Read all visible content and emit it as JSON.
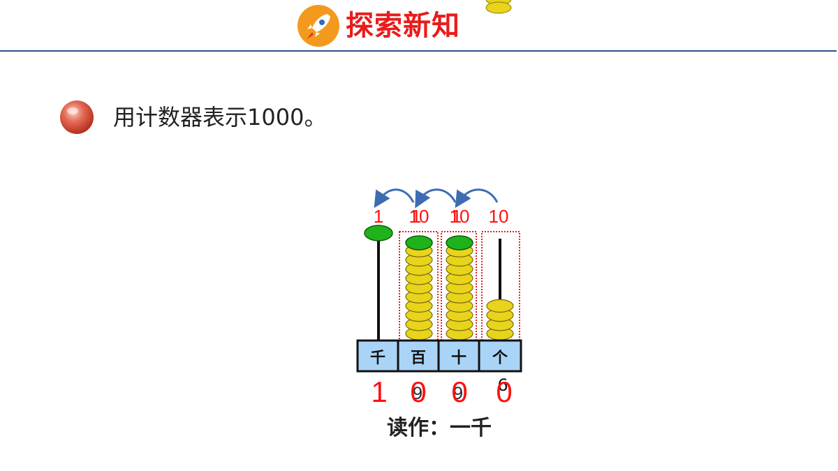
{
  "header": {
    "title": "探索新知",
    "icon": "rocket-icon",
    "accent_color": "#ea1b1b",
    "icon_bg_color": "#f39a1e"
  },
  "prompt": {
    "text": "用计数器表示1000。",
    "bullet_icon": "red-ball-icon"
  },
  "abacus": {
    "place_labels": [
      "千",
      "百",
      "十",
      "个"
    ],
    "column_counts": [
      "1",
      "10",
      "10",
      "10"
    ],
    "overlaid_counts": [
      "",
      "1",
      "1",
      ""
    ],
    "digits_front": [
      "1",
      "0",
      "0",
      "0"
    ],
    "digits_back": [
      "",
      "9",
      "9",
      "6"
    ],
    "bead_color": "#e8d31d",
    "carry_bead_color": "#1fb21b",
    "number_color": "#ff1010",
    "arrow_color": "#3c6db2",
    "bead_levels": [
      1,
      10,
      10,
      4
    ]
  },
  "reading": {
    "text": "读作：一千"
  }
}
